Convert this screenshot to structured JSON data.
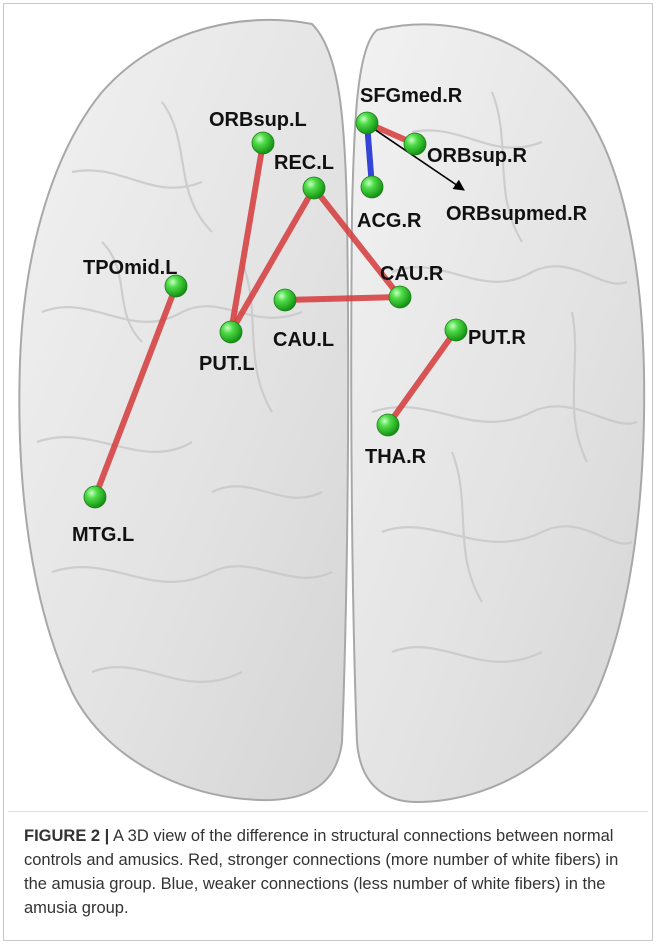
{
  "figure": {
    "caption_title": "FIGURE 2 |",
    "caption_text": " A 3D view of the difference in structural connections between normal controls and amusics. Red, stronger connections (more number of white fibers) in the amusia group. Blue, weaker connections (less number of white fibers) in the amusia group."
  },
  "colors": {
    "stronger_connection": "#d63a3a",
    "weaker_connection": "#2a3bd6",
    "node": "#3fcf3a",
    "brain_fill": "#e9e9e9",
    "brain_outline": "#a8a8a8"
  },
  "nodes": [
    {
      "id": "ORBsup.L",
      "label": "ORBsup.L"
    },
    {
      "id": "REC.L",
      "label": "REC.L"
    },
    {
      "id": "SFGmed.R",
      "label": "SFGmed.R"
    },
    {
      "id": "ORBsup.R",
      "label": "ORBsup.R"
    },
    {
      "id": "ACG.R",
      "label": "ACG.R"
    },
    {
      "id": "ORBsupmed.R",
      "label": "ORBsupmed.R"
    },
    {
      "id": "TPOmid.L",
      "label": "TPOmid.L"
    },
    {
      "id": "CAU.R",
      "label": "CAU.R"
    },
    {
      "id": "CAU.L",
      "label": "CAU.L"
    },
    {
      "id": "PUT.L",
      "label": "PUT.L"
    },
    {
      "id": "PUT.R",
      "label": "PUT.R"
    },
    {
      "id": "THA.R",
      "label": "THA.R"
    },
    {
      "id": "MTG.L",
      "label": "MTG.L"
    }
  ],
  "edges": [
    {
      "from": "ORBsup.L",
      "to": "PUT.L",
      "type": "stronger"
    },
    {
      "from": "REC.L",
      "to": "PUT.L",
      "type": "stronger"
    },
    {
      "from": "REC.L",
      "to": "CAU.R",
      "type": "stronger"
    },
    {
      "from": "CAU.L",
      "to": "CAU.R",
      "type": "stronger"
    },
    {
      "from": "TPOmid.L",
      "to": "MTG.L",
      "type": "stronger"
    },
    {
      "from": "PUT.R",
      "to": "THA.R",
      "type": "stronger"
    },
    {
      "from": "SFGmed.R",
      "to": "ORBsup.R",
      "type": "stronger"
    },
    {
      "from": "SFGmed.R",
      "to": "ACG.R",
      "type": "weaker"
    }
  ]
}
